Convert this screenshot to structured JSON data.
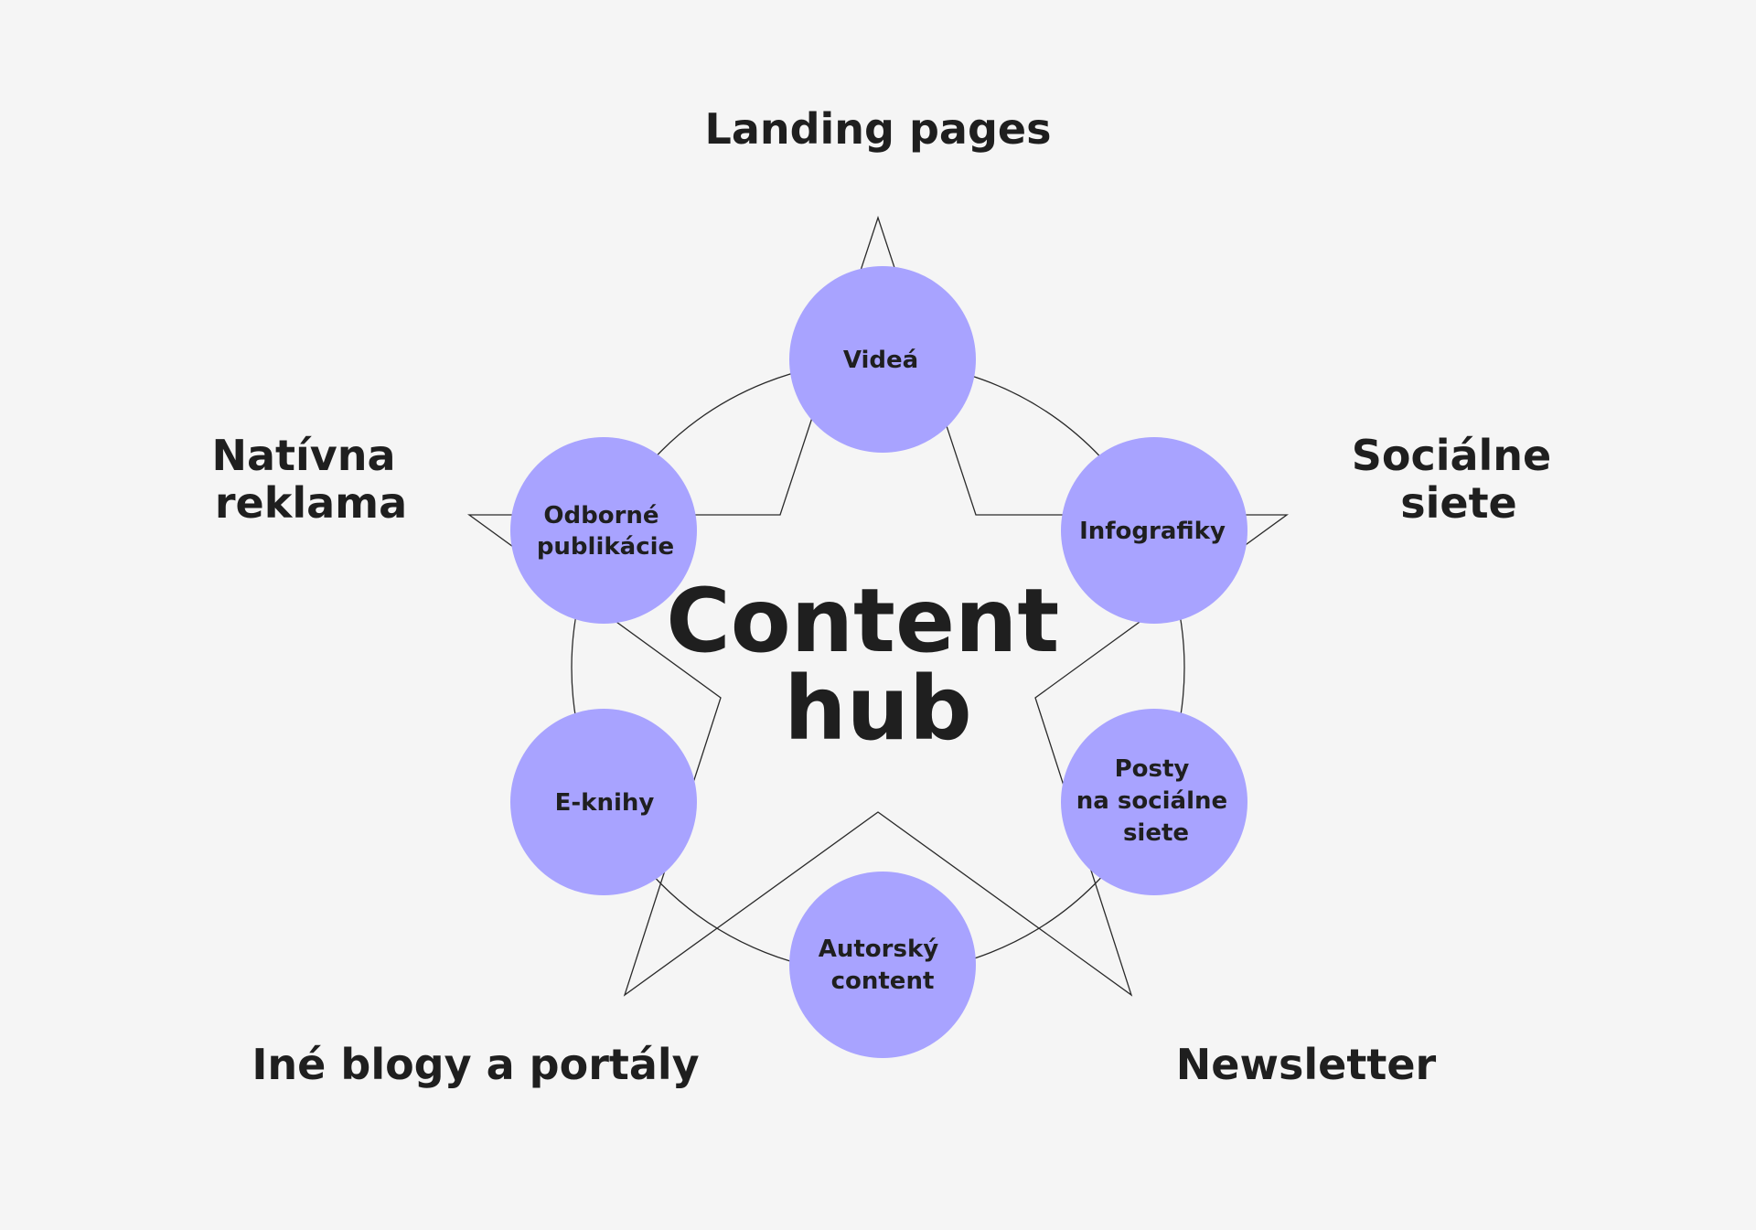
{
  "colors": {
    "background": "#f5f5f5",
    "node_fill": "#a8a3ff",
    "text": "#1f1f1f",
    "line": "#2a2a2a"
  },
  "center": {
    "line1": "Content",
    "line2": "hub"
  },
  "outer_labels": {
    "top": "Landing pages",
    "left": [
      "Natívna",
      "reklama"
    ],
    "right": [
      "Sociálne",
      "siete"
    ],
    "bottom_left": "Iné blogy a portály",
    "bottom_right": "Newsletter"
  },
  "nodes": {
    "videa": [
      "Videá"
    ],
    "odborne": [
      "Odborné",
      "publikácie"
    ],
    "infografiky": [
      "Infografiky"
    ],
    "eknihy": [
      "E-knihy"
    ],
    "posty": [
      "Posty",
      "na sociálne",
      "siete"
    ],
    "autorsky": [
      "Autorský",
      "content"
    ]
  }
}
